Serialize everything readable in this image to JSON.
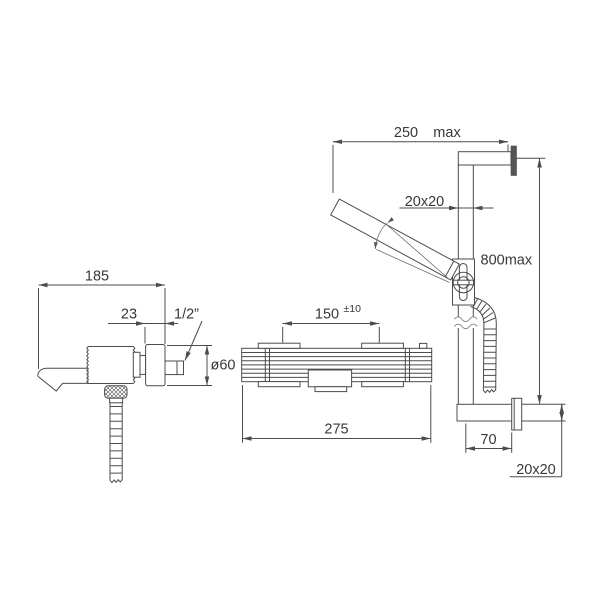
{
  "side_view": {
    "dim_total_depth": "185",
    "dim_wall_offset": "23",
    "thread_label": "1/2”",
    "dim_flange_diameter": "ø60"
  },
  "front_view": {
    "dim_inlet_centers": "150",
    "dim_inlet_centers_tolerance": "±10",
    "dim_overall_width": "275"
  },
  "rail_view": {
    "dim_max_reach": "250",
    "dim_max_reach_unit": "max",
    "dim_tube_section_top": "20x20",
    "dim_max_height": "800max",
    "dim_bottom_offset": "70",
    "dim_tube_section_bottom": "20x20"
  }
}
